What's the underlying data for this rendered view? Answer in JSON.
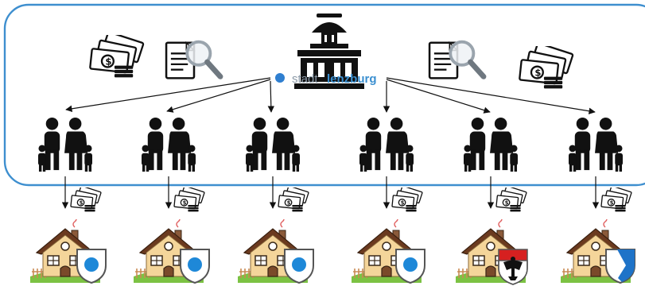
{
  "brand": {
    "word_light": "stadt",
    "word_bold": "lenzburg",
    "color_light": "#8c9aa8",
    "color_bold": "#3a8fd0",
    "dot_color": "#2f7fd0"
  },
  "frame": {
    "border_color": "#3e8fcf"
  },
  "icons": {
    "top": [
      "money-stack-icon",
      "document-search-icon",
      "town-hall-icon",
      "document-search-icon",
      "money-stack-icon"
    ],
    "families": [
      "family-icon",
      "family-icon",
      "family-icon",
      "family-icon",
      "family-icon",
      "family-icon"
    ],
    "houses": [
      "house-icon",
      "house-icon",
      "house-icon",
      "house-icon",
      "house-icon",
      "house-icon"
    ]
  },
  "crests": [
    {
      "style": "blue-dot",
      "color": "#1e88d8"
    },
    {
      "style": "blue-dot",
      "color": "#1e88d8"
    },
    {
      "style": "blue-dot",
      "color": "#1e88d8"
    },
    {
      "style": "blue-dot",
      "color": "#1e88d8"
    },
    {
      "style": "eagle",
      "color": "#d62020"
    },
    {
      "style": "diagonal",
      "color": "#1e73c8"
    }
  ]
}
